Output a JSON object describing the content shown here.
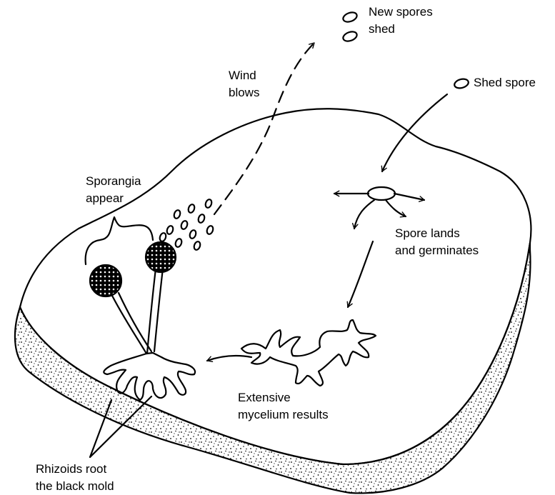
{
  "labels": {
    "new_spores": [
      "New spores",
      "shed"
    ],
    "shed_spore": "Shed spore",
    "wind": [
      "Wind",
      "blows"
    ],
    "sporangia": [
      "Sporangia",
      "appear"
    ],
    "spore_lands": [
      "Spore lands",
      "and germinates"
    ],
    "mycelium": [
      "Extensive",
      "mycelium results"
    ],
    "rhizoids": [
      "Rhizoids root",
      "the black mold"
    ]
  }
}
